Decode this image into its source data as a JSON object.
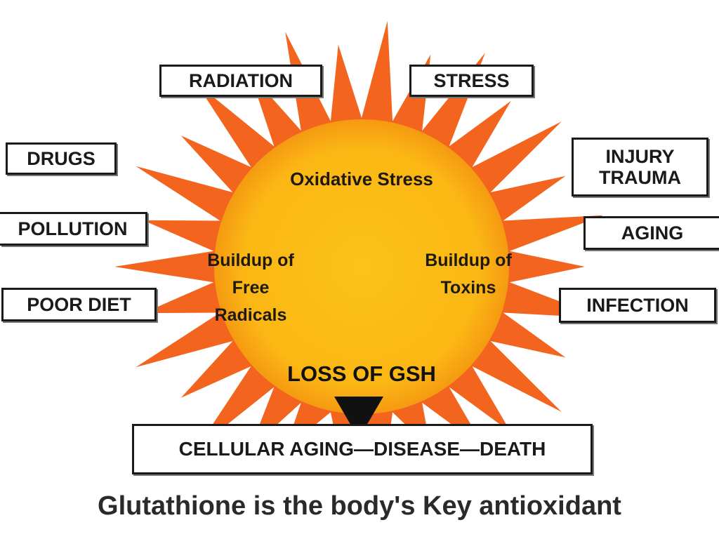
{
  "colors": {
    "rays": "#f3651f",
    "core": "#fbb714",
    "core_edge": "#f5a010",
    "text": "#1a1a1a",
    "arrow": "#111111"
  },
  "factors": {
    "radiation": "RADIATION",
    "stress": "STRESS",
    "drugs": "DRUGS",
    "injury_trauma": "INJURY\nTRAUMA",
    "pollution": "POLLUTION",
    "aging": "AGING",
    "poor_diet": "POOR DIET",
    "infection": "INFECTION"
  },
  "sun": {
    "oxidative_stress": "Oxidative Stress",
    "free_radicals": "Buildup of\nFree\nRadicals",
    "toxins": "Buildup of\nToxins",
    "loss_of_gsh": "LOSS OF GSH"
  },
  "outcome": "CELLULAR AGING—DISEASE—DEATH",
  "caption": "Glutathione is the body's Key antioxidant",
  "icons": {
    "arrow": "down-triangle-icon"
  }
}
